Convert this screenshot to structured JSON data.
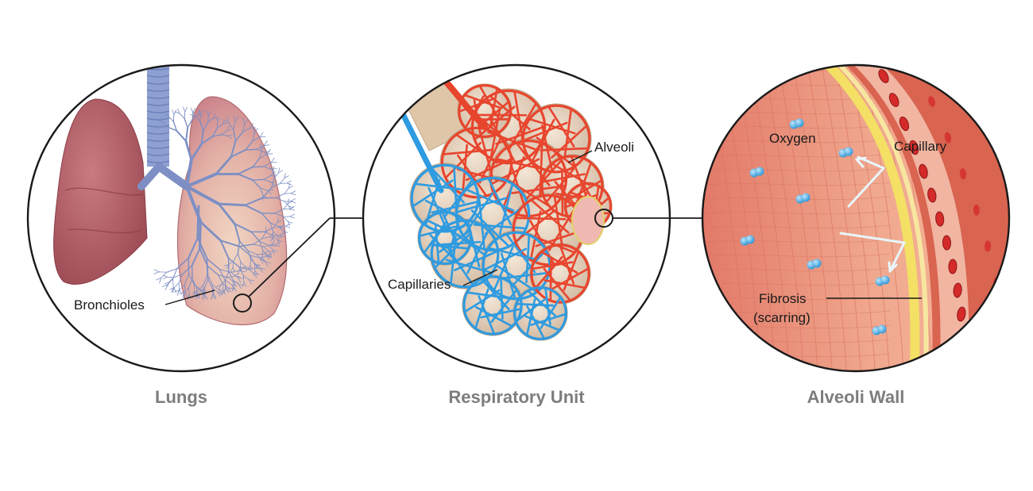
{
  "panels": [
    {
      "caption": "Lungs",
      "labels": {
        "bronchioles": "Bronchioles"
      }
    },
    {
      "caption": "Respiratory Unit",
      "labels": {
        "alveoli": "Alveoli",
        "capillaries": "Capillaries"
      }
    },
    {
      "caption": "Alveoli Wall",
      "labels": {
        "oxygen": "Oxygen",
        "capillary": "Capillary",
        "fibrosis_line1": "Fibrosis",
        "fibrosis_line2": "(scarring)"
      }
    }
  ],
  "colors": {
    "lung": "#b9636b",
    "bronchi": "#7d8fc4",
    "artery": "#e8452e",
    "vein": "#2f9be0",
    "alveolus": "#e6d3bd",
    "tissue": "#e98c7a",
    "blood_cell": "#d42a2a",
    "membrane": "#f1df5c",
    "oxygen": "#4fb2e8"
  }
}
